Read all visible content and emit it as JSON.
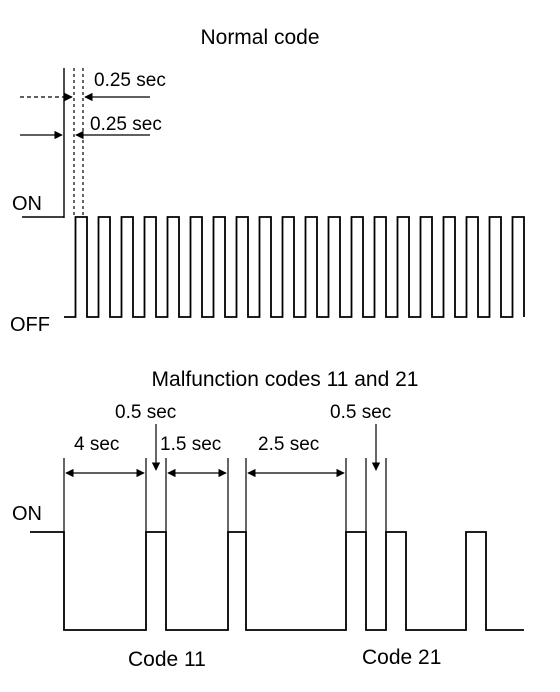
{
  "normal": {
    "title": "Normal code",
    "dim_top": "0.25 sec",
    "dim_bottom": "0.25 sec",
    "on_label": "ON",
    "off_label": "OFF",
    "pulse_count": 20
  },
  "malfunction": {
    "title": "Malfunction codes 11 and 21",
    "on_label": "ON",
    "dim_4sec": "4 sec",
    "dim_05sec_a": "0.5 sec",
    "dim_15sec": "1.5 sec",
    "dim_25sec": "2.5 sec",
    "dim_05sec_b": "0.5 sec",
    "code_11_label": "Code 11",
    "code_21_label": "Code 21"
  },
  "colors": {
    "line": "#000000",
    "background": "#ffffff"
  }
}
